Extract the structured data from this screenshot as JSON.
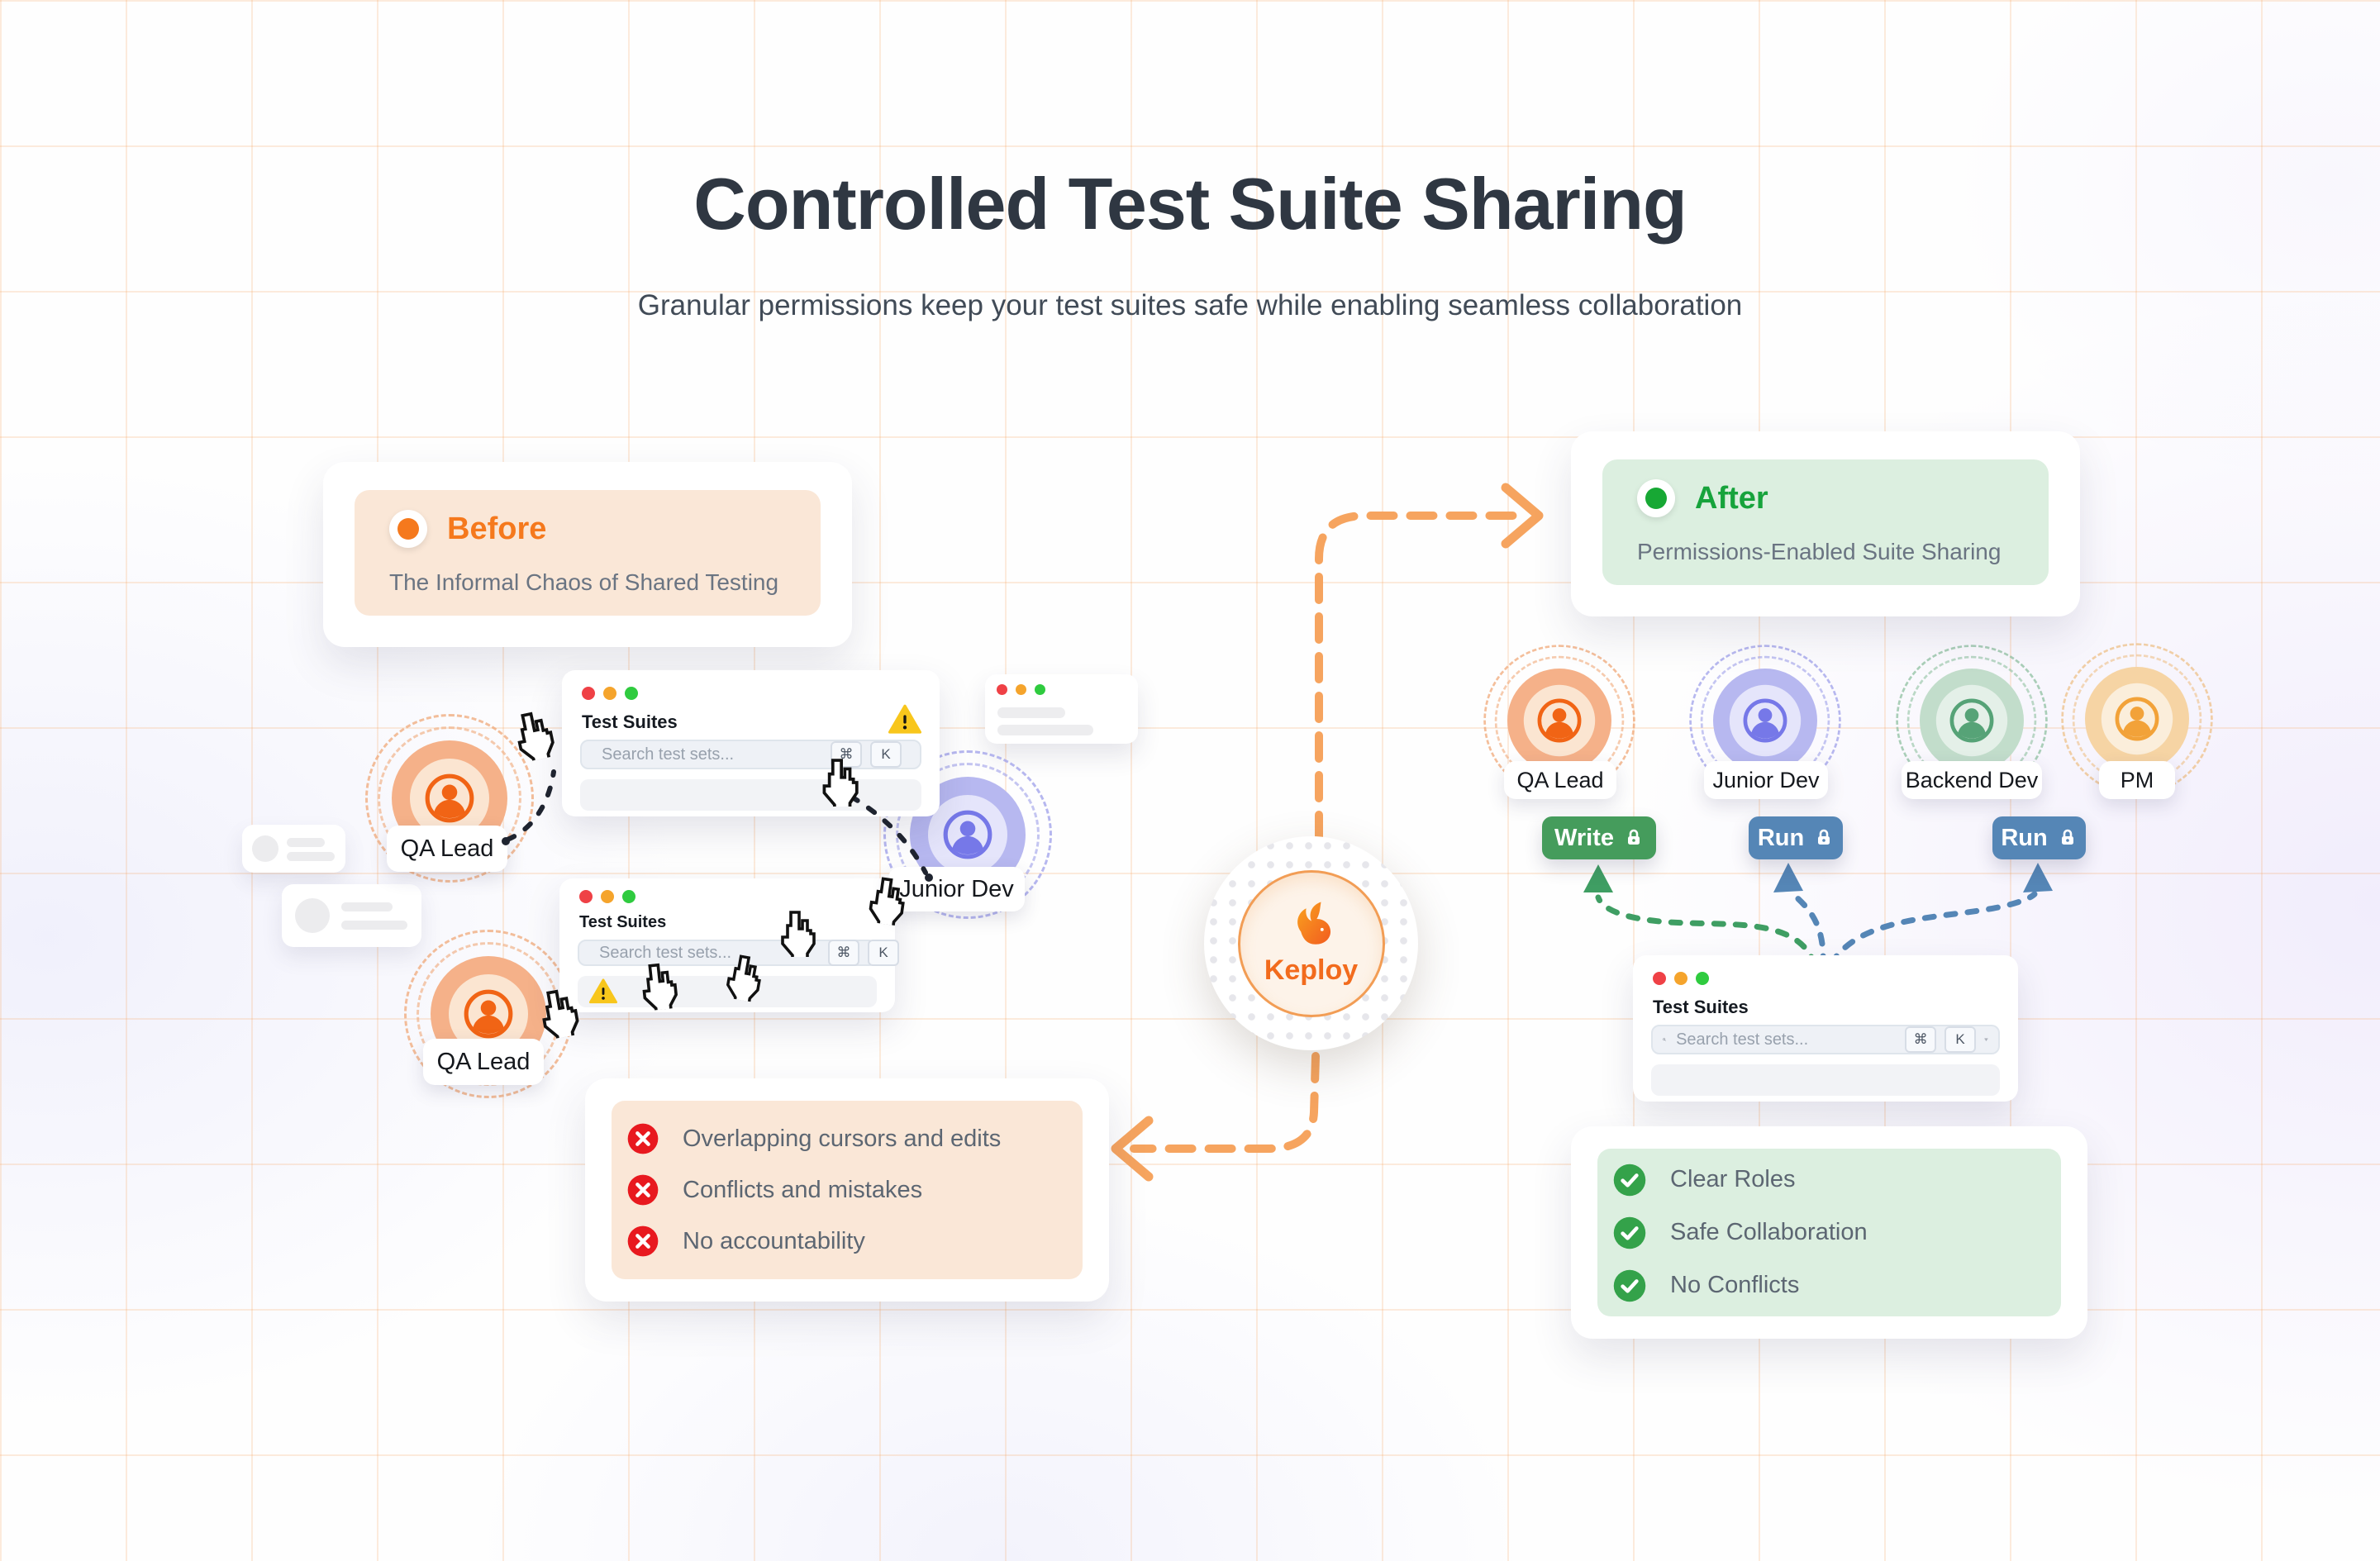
{
  "page": {
    "title": "Controlled Test Suite Sharing",
    "subtitle": "Granular permissions keep your test suites safe while enabling seamless collaboration"
  },
  "before_card": {
    "label": "Before",
    "description": "The Informal Chaos of Shared Testing"
  },
  "after_card": {
    "label": "After",
    "description": "Permissions-Enabled Suite Sharing"
  },
  "suite_window": {
    "title": "Test Suites",
    "search_placeholder": "Search test sets...",
    "cmd_key": "⌘",
    "k_key": "K"
  },
  "hub": {
    "brand": "Keploy"
  },
  "before_roles": {
    "qa_lead": "QA Lead",
    "junior_dev": "Junior Dev",
    "qa_lead_2": "QA Lead"
  },
  "after_roles": {
    "qa_lead": "QA Lead",
    "junior_dev": "Junior Dev",
    "backend_dev": "Backend Dev",
    "pm": "PM"
  },
  "permissions": {
    "qa_lead": "Write",
    "junior_dev": "Run",
    "backend_dev": "Run"
  },
  "problems": {
    "items": [
      "Overlapping cursors and edits",
      "Conflicts and mistakes",
      "No accountability"
    ]
  },
  "benefits": {
    "items": [
      "Clear Roles",
      "Safe Collaboration",
      "No Conflicts"
    ]
  },
  "colors": {
    "accent_orange": "#f97316",
    "accent_green": "#22a44e",
    "accent_blue": "#5586b6",
    "warning_yellow": "#f8c61c",
    "error_red": "#e8191f"
  }
}
